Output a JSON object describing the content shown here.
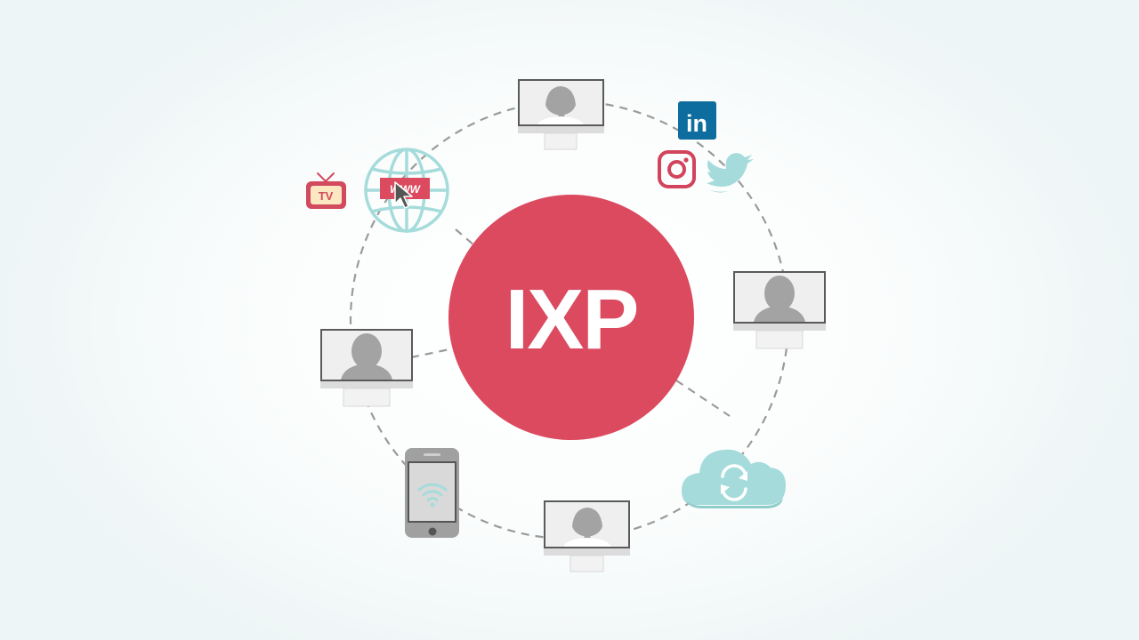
{
  "hub": {
    "label": "IXP"
  },
  "labels": {
    "tv": "TV",
    "www": "WWW",
    "linkedin": "in"
  },
  "colors": {
    "hub": "#db4a5f",
    "ring": "#9a9a9a",
    "screen_frame": "#5a5a5a",
    "person": "#a3a3a3",
    "globe": "#a5dcdb",
    "cloud": "#a5dcdb",
    "linkedin": "#0e6d9f",
    "instagram": "#d2445c",
    "twitter": "#a5dcdb",
    "tablet": "#a0a0a0"
  },
  "nodes": [
    {
      "id": "monitor-top",
      "kind": "monitor-person",
      "person": "female"
    },
    {
      "id": "monitor-right",
      "kind": "monitor-person",
      "person": "male"
    },
    {
      "id": "monitor-left",
      "kind": "monitor-person",
      "person": "male"
    },
    {
      "id": "monitor-bottom",
      "kind": "monitor-person",
      "person": "female"
    },
    {
      "id": "tablet",
      "kind": "tablet-wifi"
    },
    {
      "id": "cloud",
      "kind": "cloud-sync"
    },
    {
      "id": "globe",
      "kind": "globe-www"
    },
    {
      "id": "tv",
      "kind": "tv"
    },
    {
      "id": "linkedin",
      "kind": "linkedin-logo"
    },
    {
      "id": "instagram",
      "kind": "instagram-logo"
    },
    {
      "id": "twitter",
      "kind": "twitter-logo"
    }
  ]
}
